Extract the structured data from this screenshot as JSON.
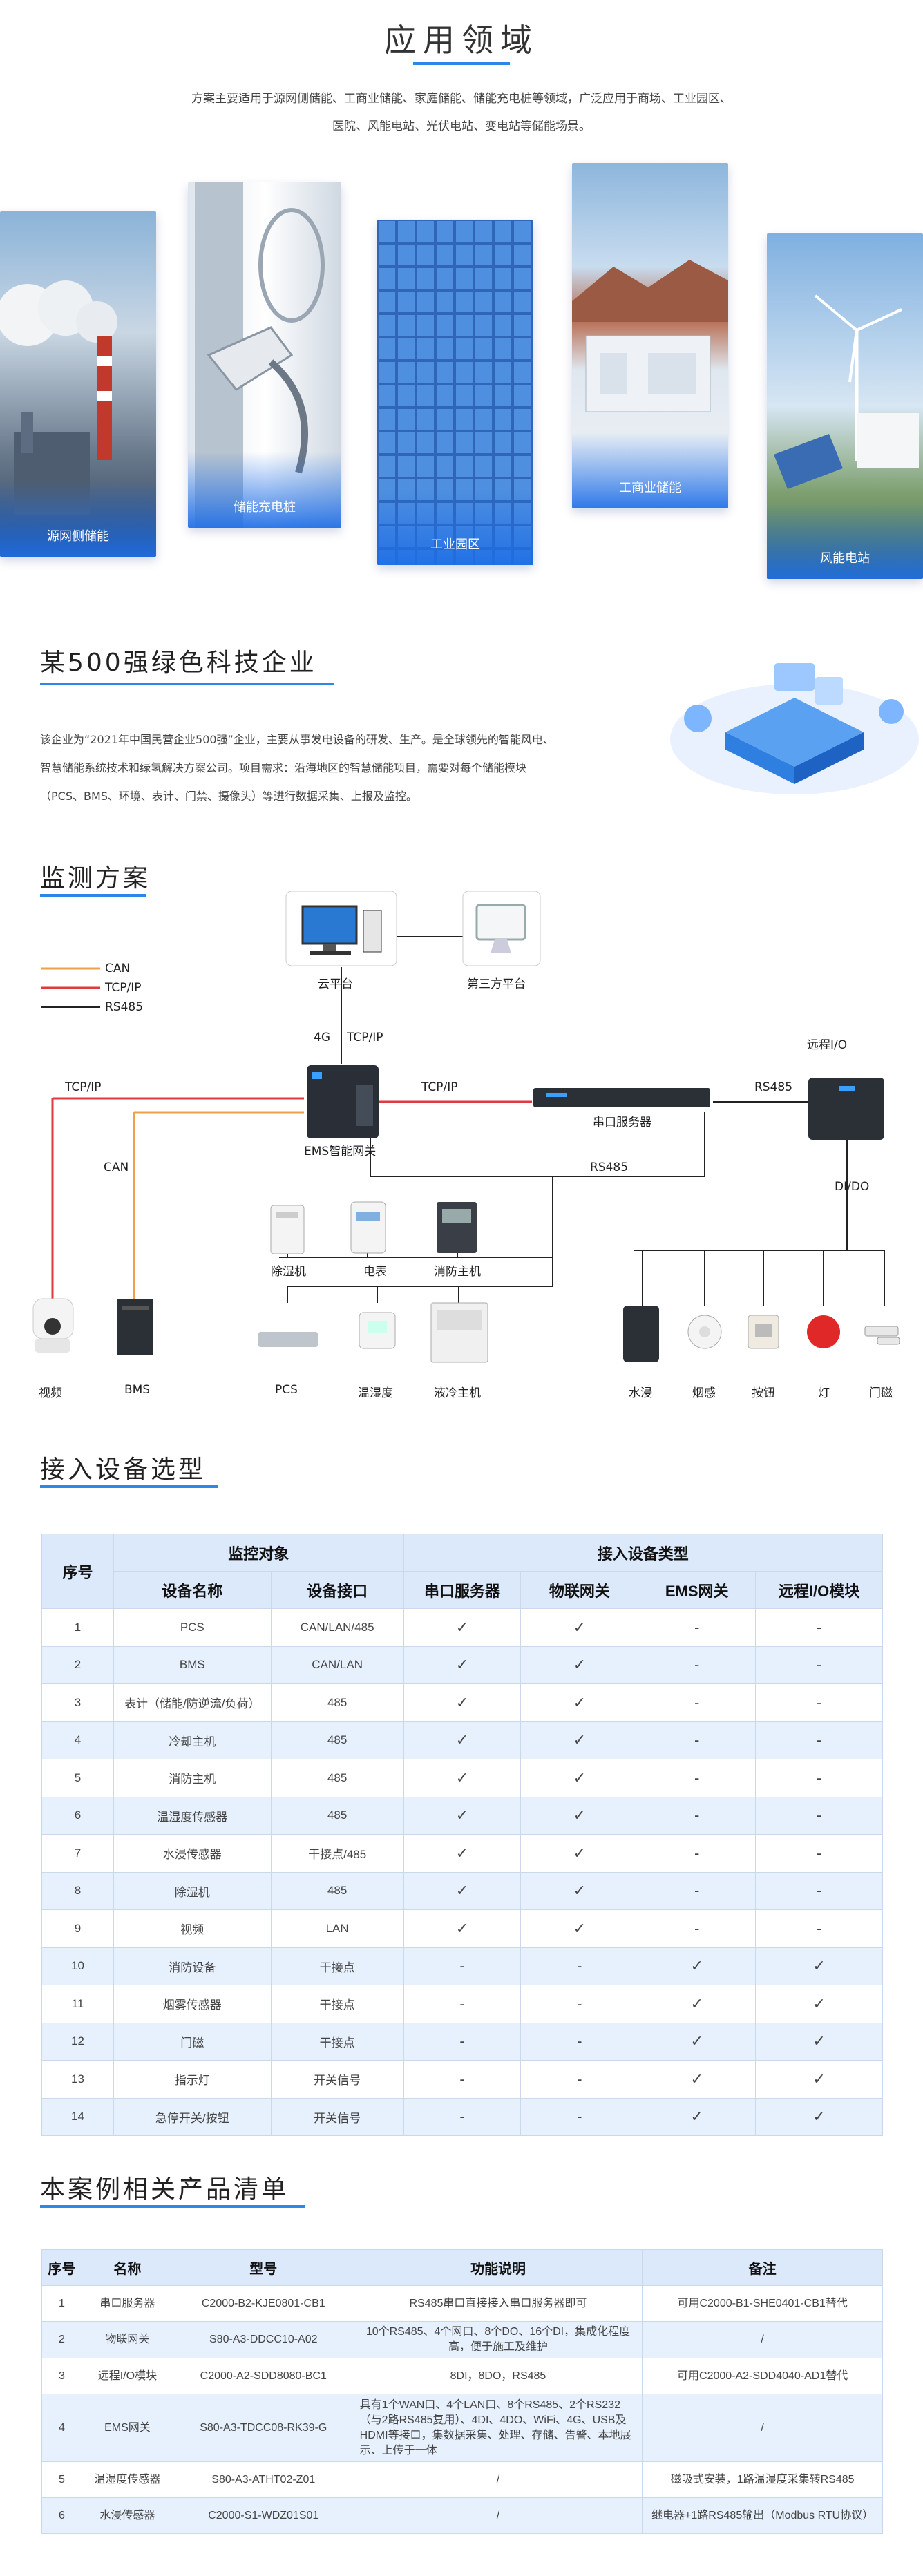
{
  "sec1": {
    "title": "应用领域",
    "text1": "方案主要适用于源网侧储能、工商业储能、家庭储能、储能充电桩等领域，广泛应用于商场、工业园区、",
    "text2": "医院、风能电站、光伏电站、变电站等储能场景。",
    "cards": [
      "源网侧储能",
      "储能充电桩",
      "工业园区",
      "工商业储能",
      "风能电站"
    ]
  },
  "sec2": {
    "title": "某500强绿色科技企业",
    "lines": [
      "该企业为“2021年中国民营企业500强”企业，主要从事发电设备的研发、生产。是全球领先的智能风电、",
      "智慧储能系统技术和绿氢解决方案公司。项目需求：沿海地区的智慧储能项目，需要对每个储能模块",
      "（PCS、BMS、环境、表计、门禁、摄像头）等进行数据采集、上报及监控。"
    ]
  },
  "sec3": {
    "title": "监测方案",
    "legend": [
      "CAN",
      "TCP/IP",
      "RS485"
    ],
    "labels": {
      "cloud": "云平台",
      "third": "第三方平台",
      "g4": "4G",
      "tcpip_up": "TCP/IP",
      "gateway": "EMS智能网关",
      "tcpip_mid": "TCP/IP",
      "serial": "串口服务器",
      "rs485_top": "RS485",
      "remote": "远程I/O",
      "dido": "DI/DO",
      "tcpip_left": "TCP/IP",
      "can_left": "CAN",
      "rs485_mid": "RS485",
      "camera": "视频",
      "bms": "BMS",
      "dehum": "除湿机",
      "meter": "电表",
      "fire": "消防主机",
      "pcs": "PCS",
      "temp": "温湿度",
      "cooler": "液冷主机",
      "water": "水浸",
      "smoke": "烟感",
      "button": "按钮",
      "lamp": "灯",
      "door": "门磁"
    }
  },
  "sec4": {
    "title": "接入设备选型",
    "head": {
      "seq": "序号",
      "monitor": "监控对象",
      "access": "接入设备类型",
      "name": "设备名称",
      "iface": "设备接口",
      "serial": "串口服务器",
      "iot": "物联网关",
      "ems": "EMS网关",
      "rio": "远程I/O模块"
    },
    "rows": [
      [
        "1",
        "PCS",
        "CAN/LAN/485",
        "✓",
        "✓",
        "-",
        "-"
      ],
      [
        "2",
        "BMS",
        "CAN/LAN",
        "✓",
        "✓",
        "-",
        "-"
      ],
      [
        "3",
        "表计（储能/防逆流/负荷）",
        "485",
        "✓",
        "✓",
        "-",
        "-"
      ],
      [
        "4",
        "冷却主机",
        "485",
        "✓",
        "✓",
        "-",
        "-"
      ],
      [
        "5",
        "消防主机",
        "485",
        "✓",
        "✓",
        "-",
        "-"
      ],
      [
        "6",
        "温湿度传感器",
        "485",
        "✓",
        "✓",
        "-",
        "-"
      ],
      [
        "7",
        "水浸传感器",
        "干接点/485",
        "✓",
        "✓",
        "-",
        "-"
      ],
      [
        "8",
        "除湿机",
        "485",
        "✓",
        "✓",
        "-",
        "-"
      ],
      [
        "9",
        "视频",
        "LAN",
        "✓",
        "✓",
        "-",
        "-"
      ],
      [
        "10",
        "消防设备",
        "干接点",
        "-",
        "-",
        "✓",
        "✓"
      ],
      [
        "11",
        "烟雾传感器",
        "干接点",
        "-",
        "-",
        "✓",
        "✓"
      ],
      [
        "12",
        "门磁",
        "干接点",
        "-",
        "-",
        "✓",
        "✓"
      ],
      [
        "13",
        "指示灯",
        "开关信号",
        "-",
        "-",
        "✓",
        "✓"
      ],
      [
        "14",
        "急停开关/按钮",
        "开关信号",
        "-",
        "-",
        "✓",
        "✓"
      ]
    ]
  },
  "sec5": {
    "title": "本案例相关产品清单",
    "head": [
      "序号",
      "名称",
      "型号",
      "功能说明",
      "备注"
    ],
    "rows": [
      [
        "1",
        "串口服务器",
        "C2000-B2-KJE0801-CB1",
        "RS485串口直接接入串口服务器即可",
        "可用C2000-B1-SHE0401-CB1替代"
      ],
      [
        "2",
        "物联网关",
        "S80-A3-DDCC10-A02",
        "10个RS485、4个网口、8个DO、16个DI，集成化程度高，便于施工及维护",
        "/"
      ],
      [
        "3",
        "远程I/O模块",
        "C2000-A2-SDD8080-BC1",
        "8DI，8DO，RS485",
        "可用C2000-A2-SDD4040-AD1替代"
      ],
      [
        "4",
        "EMS网关",
        "S80-A3-TDCC08-RK39-G",
        "具有1个WAN口、4个LAN口、8个RS485、2个RS232（与2路RS485复用）、4DI、4DO、WiFi、4G、USB及HDMI等接口，集数据采集、处理、存储、告警、本地展示、上传于一体",
        "/"
      ],
      [
        "5",
        "温湿度传感器",
        "S80-A3-ATHT02-Z01",
        "/",
        "磁吸式安装，1路温湿度采集转RS485"
      ],
      [
        "6",
        "水浸传感器",
        "C2000-S1-WDZ01S01",
        "/",
        "继电器+1路RS485输出（Modbus RTU协议）"
      ]
    ]
  }
}
